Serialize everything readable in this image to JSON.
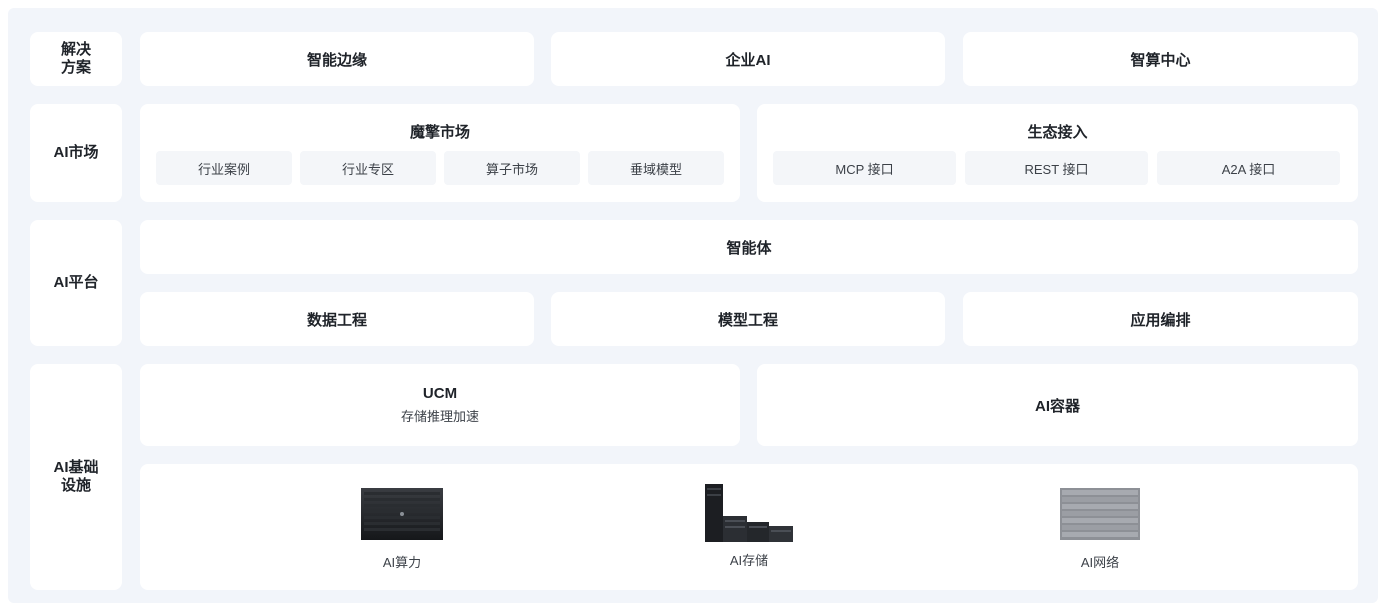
{
  "rows": {
    "solutions": {
      "label": "解决方案",
      "items": [
        "智能边缘",
        "企业AI",
        "智算中心"
      ]
    },
    "market": {
      "label": "AI市场",
      "groups": [
        {
          "title": "魔擎市场",
          "chips": [
            "行业案例",
            "行业专区",
            "算子市场",
            "垂域模型"
          ]
        },
        {
          "title": "生态接入",
          "chips": [
            "MCP 接口",
            "REST 接口",
            "A2A 接口"
          ]
        }
      ]
    },
    "platform": {
      "label": "AI平台",
      "top": "智能体",
      "items": [
        "数据工程",
        "模型工程",
        "应用编排"
      ]
    },
    "infra": {
      "label": "AI基础设施",
      "ucm": {
        "title": "UCM",
        "subtitle": "存储推理加速"
      },
      "container": "AI容器",
      "hardware": [
        {
          "label": "AI算力",
          "icon": "rack-server-icon"
        },
        {
          "label": "AI存储",
          "icon": "storage-tower-icon"
        },
        {
          "label": "AI网络",
          "icon": "network-switch-icon"
        }
      ]
    }
  },
  "colors": {
    "background": "#f2f5fa",
    "card": "#ffffff",
    "chip": "#f4f6f9",
    "text": "#1f2329"
  }
}
